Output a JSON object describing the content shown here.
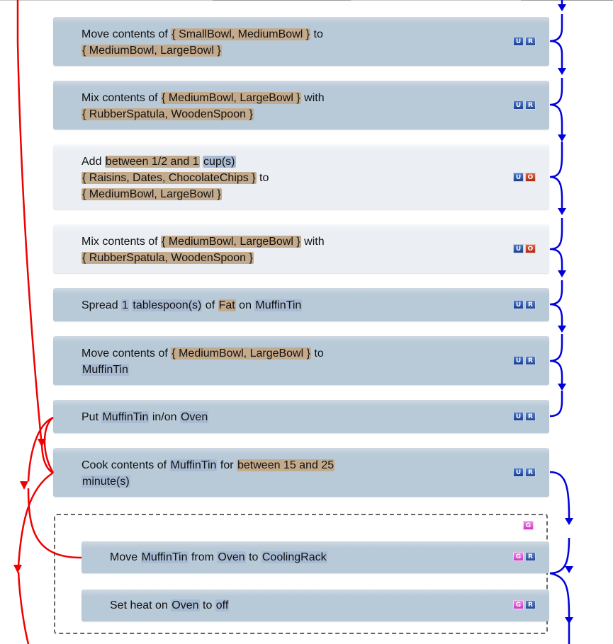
{
  "steps": [
    {
      "line1": {
        "pre": "Move contents of ",
        "t1": "{ SmallBowl, MediumBowl }",
        "post": " to"
      },
      "line2": {
        "t1": "{ MediumBowl, LargeBowl }"
      },
      "badges": [
        "U",
        "R"
      ]
    },
    {
      "line1": {
        "pre": "Mix contents of ",
        "t1": "{ MediumBowl, LargeBowl }",
        "post": " with"
      },
      "line2": {
        "t1": "{ RubberSpatula, WoodenSpoon }"
      },
      "badges": [
        "U",
        "R"
      ]
    },
    {
      "line1": {
        "pre": "Add ",
        "t1": "between 1/2 and 1",
        "b1": "cup(s)"
      },
      "line2": {
        "t1": "{ Raisins, Dates, ChocolateChips }",
        "post": " to"
      },
      "line3": {
        "t1": "{ MediumBowl, LargeBowl }"
      },
      "badges": [
        "U",
        "O"
      ]
    },
    {
      "line1": {
        "pre": "Mix contents of ",
        "t1": "{ MediumBowl, LargeBowl }",
        "post": " with"
      },
      "line2": {
        "t1": "{ RubberSpatula, WoodenSpoon }"
      },
      "badges": [
        "U",
        "O"
      ]
    },
    {
      "line1": {
        "pre": "Spread ",
        "b1": "1",
        "b2": "tablespoon(s)",
        "mid": " of ",
        "t1": "Fat",
        "mid2": " on ",
        "b3": "MuffinTin"
      },
      "badges": [
        "U",
        "R"
      ]
    },
    {
      "line1": {
        "pre": "Move contents of ",
        "t1": "{ MediumBowl, LargeBowl }",
        "post": " to"
      },
      "line2": {
        "b1": "MuffinTin"
      },
      "badges": [
        "U",
        "R"
      ]
    },
    {
      "line1": {
        "pre": "Put ",
        "b1": "MuffinTin",
        "mid": " in/on ",
        "b2": "Oven"
      },
      "badges": [
        "U",
        "R"
      ]
    },
    {
      "line1": {
        "pre": "Cook contents of ",
        "b1": "MuffinTin",
        "mid": " for ",
        "t1": "between 15 and 25"
      },
      "line2": {
        "b1": "minute(s)"
      },
      "badges": [
        "U",
        "R"
      ]
    }
  ],
  "group": {
    "badge": "G",
    "steps": [
      {
        "line1": {
          "pre": "Move ",
          "b1": "MuffinTin",
          "mid": " from ",
          "b2": "Oven",
          "mid2": " to ",
          "b3": "CoolingRack"
        },
        "badges": [
          "G",
          "R"
        ]
      },
      {
        "line1": {
          "pre": "Set heat on ",
          "b1": "Oven",
          "mid": " to ",
          "b2": "off"
        },
        "badges": [
          "G",
          "R"
        ]
      }
    ]
  },
  "colors": {
    "dependency_arrow": "#0000dd",
    "resource_arrow": "#ee0000",
    "step_background": "#b8c9d8",
    "step_background_light": "#ebeff3",
    "resource_highlight": "#a8bbd2",
    "tool_highlight": "#c4aa8c",
    "badge_U": "#2a4fa0",
    "badge_R": "#2f559e",
    "badge_O": "#c8381e",
    "badge_G": "#e060d8"
  }
}
